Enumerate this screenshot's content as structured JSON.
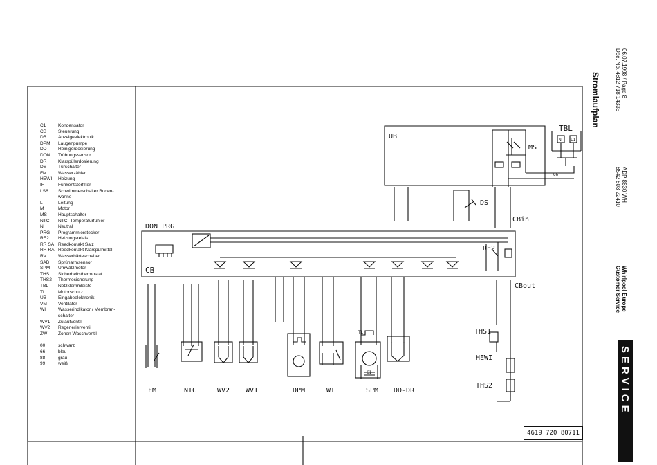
{
  "title": "Stromlaufplan",
  "header_left": [
    "06.07.1998 / Page 8",
    "Doc. No. 4812 718 14335"
  ],
  "header_mid": [
    "ADP 8630 WH",
    "8542 803 22410"
  ],
  "header_right": [
    "Whirlpool Europe",
    "Customer Service"
  ],
  "service": "SERVICE",
  "doc_number": "4619 720 80711",
  "legend": [
    {
      "abbr": "C1",
      "desc": "Kondensator"
    },
    {
      "abbr": "CB",
      "desc": "Steuerung"
    },
    {
      "abbr": "DB",
      "desc": "Anzeigeelektronik"
    },
    {
      "abbr": "DPM",
      "desc": "Laugenpumpe"
    },
    {
      "abbr": "DD",
      "desc": "Reinigerdosierung"
    },
    {
      "abbr": "DON",
      "desc": "Trübungssensor"
    },
    {
      "abbr": "DR",
      "desc": "Klarspülerdosierung"
    },
    {
      "abbr": "DS",
      "desc": "Türschalter"
    },
    {
      "abbr": "FM",
      "desc": "Wasserzähler"
    },
    {
      "abbr": "HEWI",
      "desc": "Heizung"
    },
    {
      "abbr": "IF",
      "desc": "Funkentstörfilter"
    },
    {
      "abbr": "LS6",
      "desc": "Schwimmerschalter Boden-"
    },
    {
      "abbr": "",
      "desc": "wanne"
    },
    {
      "abbr": "L",
      "desc": "Leitung"
    },
    {
      "abbr": "M",
      "desc": "Motor"
    },
    {
      "abbr": "MS",
      "desc": "Hauptschalter"
    },
    {
      "abbr": "NTC",
      "desc": "NTC- Temperaturfühler"
    },
    {
      "abbr": "N",
      "desc": "Neutral"
    },
    {
      "abbr": "PRG",
      "desc": "Programmierstecker"
    },
    {
      "abbr": "RE2",
      "desc": "Heizungsrelais"
    },
    {
      "abbr": "RR SA",
      "desc": "Reedkontakt Salz"
    },
    {
      "abbr": "RR RA",
      "desc": "Reedkontakt Klarspülmittel"
    },
    {
      "abbr": "RV",
      "desc": "Wasserhärteschalter"
    },
    {
      "abbr": "SAB",
      "desc": "Sprüharmsensor"
    },
    {
      "abbr": "SPM",
      "desc": "Umwälzmotor"
    },
    {
      "abbr": "THS",
      "desc": "Sicherheitsthermostat"
    },
    {
      "abbr": "THS2",
      "desc": "Thermosicherung"
    },
    {
      "abbr": "TBL",
      "desc": "Netzklemmleiste"
    },
    {
      "abbr": "TL",
      "desc": "Motorschutz"
    },
    {
      "abbr": "UB",
      "desc": "Eingabeelektronik"
    },
    {
      "abbr": "VM",
      "desc": "Ventilator"
    },
    {
      "abbr": "WI",
      "desc": "Wasserindikator / Membran-"
    },
    {
      "abbr": "",
      "desc": "schalter"
    },
    {
      "abbr": "WV1",
      "desc": "Zulaufventil"
    },
    {
      "abbr": "WV2",
      "desc": "Regenerierventil"
    },
    {
      "abbr": "ZW",
      "desc": "Zonen Waschventil"
    }
  ],
  "colors": [
    {
      "code": "00",
      "name": "schwarz"
    },
    {
      "code": "66",
      "name": "blau"
    },
    {
      "code": "88",
      "name": "grau"
    },
    {
      "code": "99",
      "name": "weiß"
    }
  ],
  "blocks": {
    "ub": "UB",
    "tbl": "TBL",
    "ms": "MS",
    "ds": "DS",
    "cbin": "CBin",
    "cbout": "CBout",
    "cb": "CB",
    "don_prg": "DON PRG",
    "re2": "RE2",
    "ths1": "THS1",
    "hewi": "HEWI",
    "ths2": "THS2",
    "tl": "TL",
    "c1": "C1",
    "n": "N",
    "l1": "L1",
    "tbl_wire": "66"
  },
  "components": [
    "FM",
    "NTC",
    "WV2",
    "WV1",
    "DPM",
    "WI",
    "SPM",
    "DD-DR"
  ]
}
